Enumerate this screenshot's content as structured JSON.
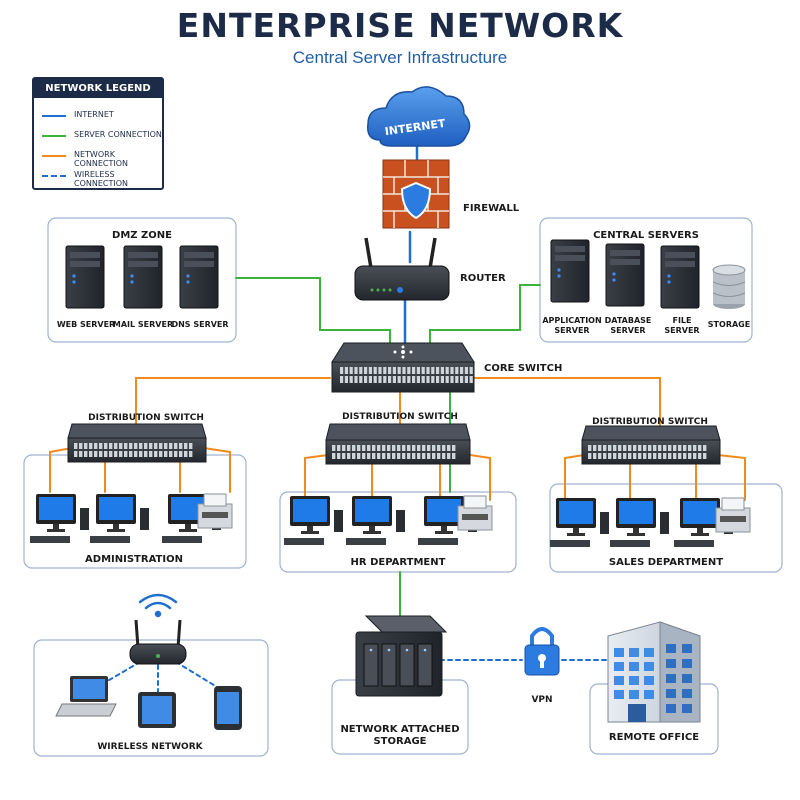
{
  "header": {
    "title": "ENTERPRISE NETWORK",
    "subtitle": "Central Server Infrastructure"
  },
  "legend": {
    "title": "NETWORK LEGEND",
    "items": [
      {
        "label": "INTERNET",
        "color": "#1f6fd1",
        "style": "solid"
      },
      {
        "label": "SERVER CONNECTION",
        "color": "#3cb43c",
        "style": "solid"
      },
      {
        "label": "NETWORK CONNECTION",
        "color": "#f08a1c",
        "style": "solid"
      },
      {
        "label": "WIRELESS CONNECTION",
        "color": "#1f6fd1",
        "style": "dashed"
      }
    ]
  },
  "nodes": {
    "internet": "INTERNET",
    "firewall": "FIREWALL",
    "router": "ROUTER",
    "core_switch": "CORE SWITCH",
    "distribution_switch": "DISTRIBUTION SWITCH",
    "vpn": "VPN"
  },
  "zones": {
    "dmz": {
      "title": "DMZ ZONE",
      "items": [
        "WEB SERVER",
        "MAIL SERVER",
        "DNS SERVER"
      ]
    },
    "central": {
      "title": "CENTRAL SERVERS",
      "items": [
        "APPLICATION SERVER",
        "DATABASE SERVER",
        "FILE SERVER",
        "STORAGE"
      ]
    },
    "admin": {
      "title": "ADMINISTRATION"
    },
    "hr": {
      "title": "HR DEPARTMENT"
    },
    "sales": {
      "title": "SALES DEPARTMENT"
    },
    "wireless": {
      "title": "WIRELESS NETWORK"
    },
    "nas": {
      "title": "NETWORK ATTACHED STORAGE"
    },
    "remote": {
      "title": "REMOTE OFFICE"
    }
  },
  "colors": {
    "internet": "#1f6fd1",
    "server": "#3cb43c",
    "network": "#f08a1c",
    "navy": "#1c2b47",
    "zone_border": "#9db3cf"
  }
}
